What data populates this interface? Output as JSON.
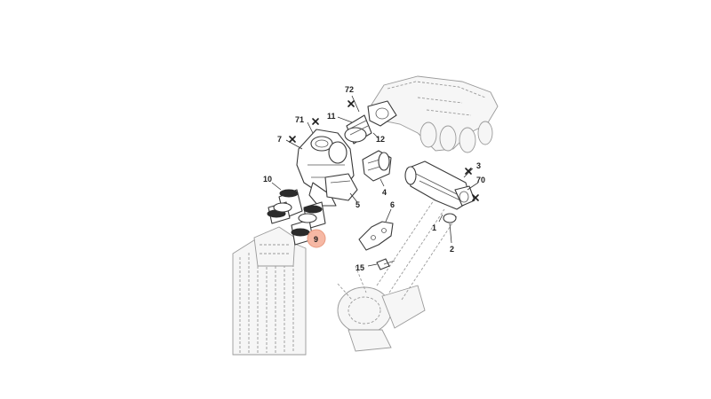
{
  "diagram": {
    "highlight_color": "#f6b8a4",
    "callouts": {
      "c72": "72",
      "c71": "71",
      "c11": "11",
      "c7": "7",
      "c12": "12",
      "c3": "3",
      "c70": "70",
      "c10": "10",
      "c4": "4",
      "c5": "5",
      "c6": "6",
      "c1": "1",
      "c9": "9",
      "c2": "2",
      "c15": "15"
    }
  }
}
